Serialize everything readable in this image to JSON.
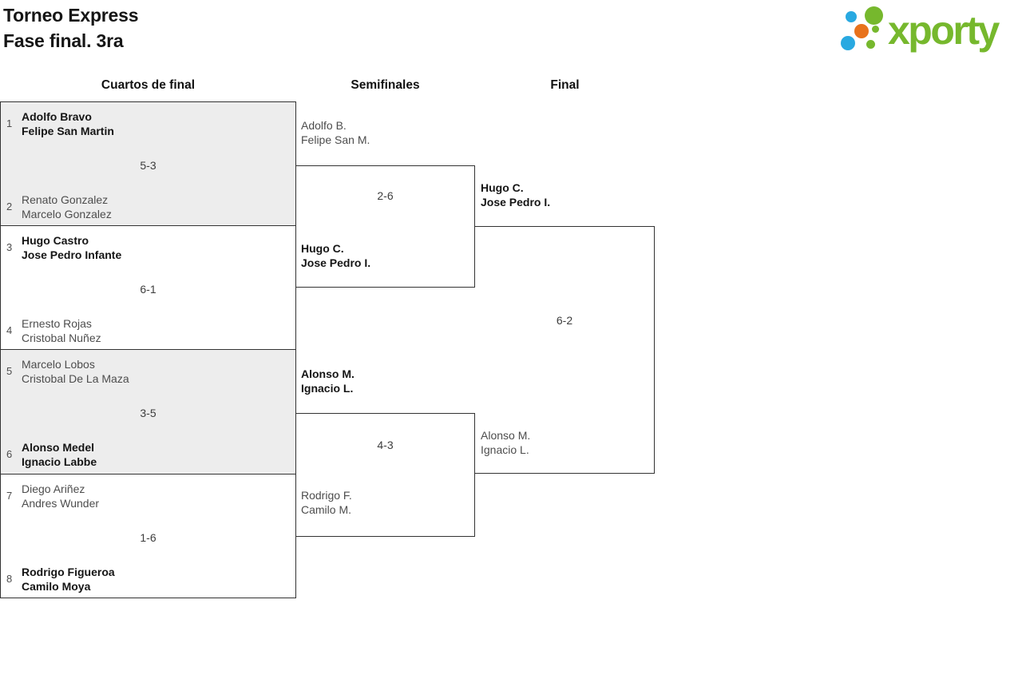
{
  "header": {
    "title_line1": "Torneo Express",
    "title_line2": "Fase final. 3ra"
  },
  "logo": {
    "text": "xporty",
    "brand_green": "#76b82d",
    "brand_blue": "#29a9e1",
    "brand_orange": "#e8721c"
  },
  "round_headers": {
    "quarterfinals": "Cuartos de final",
    "semifinals": "Semifinales",
    "final": "Final"
  },
  "bracket": {
    "quarterfinals": [
      {
        "seed_a": "1",
        "team_a_line1": "Adolfo Bravo",
        "team_a_line2": "Felipe San Martin",
        "score": "5-3",
        "seed_b": "2",
        "team_b_line1": "Renato Gonzalez",
        "team_b_line2": "Marcelo Gonzalez",
        "winner": "team_a"
      },
      {
        "seed_a": "3",
        "team_a_line1": "Hugo Castro",
        "team_a_line2": "Jose Pedro Infante",
        "score": "6-1",
        "seed_b": "4",
        "team_b_line1": "Ernesto Rojas",
        "team_b_line2": "Cristobal Nuñez",
        "winner": "team_a"
      },
      {
        "seed_a": "5",
        "team_a_line1": "Marcelo Lobos",
        "team_a_line2": "Cristobal De La Maza",
        "score": "3-5",
        "seed_b": "6",
        "team_b_line1": "Alonso Medel",
        "team_b_line2": "Ignacio Labbe",
        "winner": "team_b"
      },
      {
        "seed_a": "7",
        "team_a_line1": "Diego Ariñez",
        "team_a_line2": "Andres Wunder",
        "score": "1-6",
        "seed_b": "8",
        "team_b_line1": "Rodrigo Figueroa",
        "team_b_line2": "Camilo Moya",
        "winner": "team_b"
      }
    ],
    "semifinals": [
      {
        "team_a_line1": "Adolfo B.",
        "team_a_line2": "Felipe San M.",
        "score": "2-6",
        "team_b_line1": "Hugo C.",
        "team_b_line2": "Jose Pedro I.",
        "winner": "team_b"
      },
      {
        "team_a_line1": "Alonso M.",
        "team_a_line2": "Ignacio L.",
        "score": "4-3",
        "team_b_line1": "Rodrigo F.",
        "team_b_line2": "Camilo M.",
        "winner": "team_a"
      }
    ],
    "final": {
      "team_a_line1": "Hugo C.",
      "team_a_line2": "Jose Pedro I.",
      "score": "6-2",
      "team_b_line1": "Alonso M.",
      "team_b_line2": "Ignacio L.",
      "winner": "team_a"
    }
  },
  "colors": {
    "box_fill_alt": "#ededed",
    "border": "#333333",
    "winner_text": "#151515",
    "loser_text": "#4d4d4d"
  }
}
